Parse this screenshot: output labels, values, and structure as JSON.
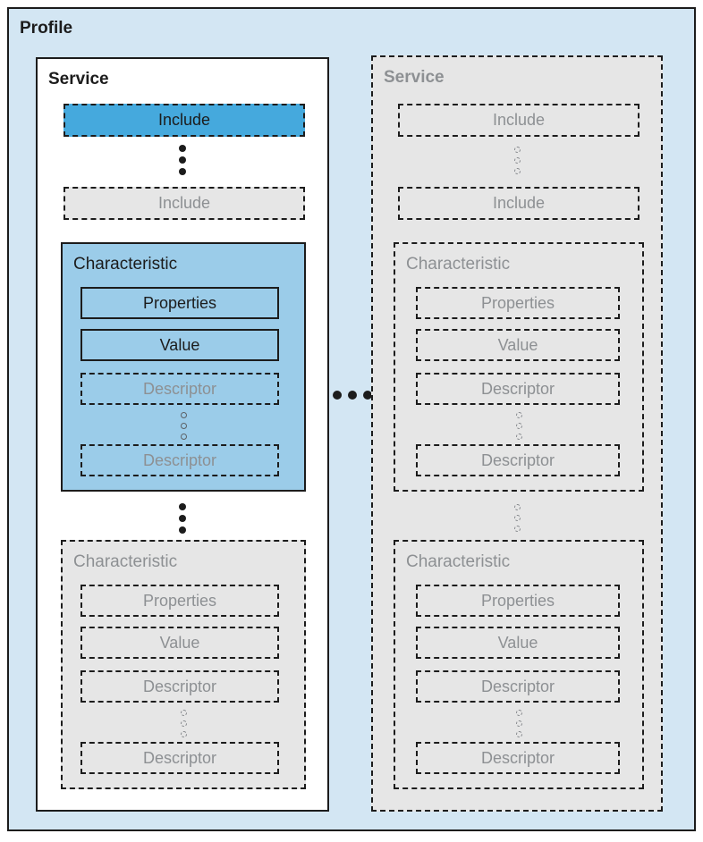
{
  "title": "Profile",
  "colors": {
    "profile_background": "#d3e6f3",
    "active_include_background": "#45a9dd",
    "active_characteristic_background": "#9bcce9",
    "ghost_background": "#e6e6e6",
    "ghost_text": "#8d9093",
    "border": "#1c1c1c"
  },
  "between_services_separator_icon": "horizontal-ellipsis-dots",
  "services": [
    {
      "label": "Service",
      "state": "active",
      "includes": [
        {
          "label": "Include",
          "state": "active"
        },
        {
          "label": "Include",
          "state": "ghost"
        }
      ],
      "includes_separator_icon": "vertical-ellipsis-dots",
      "characteristics": [
        {
          "label": "Characteristic",
          "state": "active",
          "properties_label": "Properties",
          "value_label": "Value",
          "descriptor_labels": [
            "Descriptor",
            "Descriptor"
          ],
          "descriptors_separator_icon": "vertical-circle-dots"
        },
        {
          "label": "Characteristic",
          "state": "ghost",
          "properties_label": "Properties",
          "value_label": "Value",
          "descriptor_labels": [
            "Descriptor",
            "Descriptor"
          ],
          "descriptors_separator_icon": "vertical-circle-dots-dashed"
        }
      ],
      "characteristics_separator_icon": "vertical-ellipsis-dots"
    },
    {
      "label": "Service",
      "state": "ghost",
      "includes": [
        {
          "label": "Include",
          "state": "ghost"
        },
        {
          "label": "Include",
          "state": "ghost"
        }
      ],
      "includes_separator_icon": "vertical-circle-dots-dashed",
      "characteristics": [
        {
          "label": "Characteristic",
          "state": "ghost",
          "properties_label": "Properties",
          "value_label": "Value",
          "descriptor_labels": [
            "Descriptor",
            "Descriptor"
          ],
          "descriptors_separator_icon": "vertical-circle-dots-dashed"
        },
        {
          "label": "Characteristic",
          "state": "ghost",
          "properties_label": "Properties",
          "value_label": "Value",
          "descriptor_labels": [
            "Descriptor",
            "Descriptor"
          ],
          "descriptors_separator_icon": "vertical-circle-dots-dashed"
        }
      ],
      "characteristics_separator_icon": "vertical-circle-dots-dashed"
    }
  ]
}
